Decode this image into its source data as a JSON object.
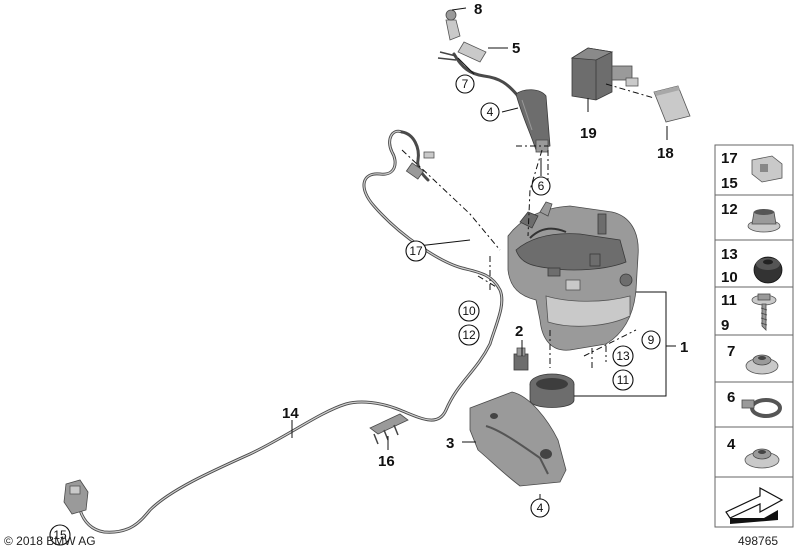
{
  "callouts": {
    "p1": "1",
    "p2": "2",
    "p3": "3",
    "p4a": "4",
    "p4b": "4",
    "p5": "5",
    "p6": "6",
    "p7": "7",
    "p8": "8",
    "p9": "9",
    "p10": "10",
    "p11": "11",
    "p12": "12",
    "p13": "13",
    "p14": "14",
    "p15": "15",
    "p16": "16",
    "p17": "17",
    "p18": "18",
    "p19": "19"
  },
  "side_panel": {
    "row1": [
      "17",
      "15"
    ],
    "row2": [
      "12"
    ],
    "row3": [
      "13",
      "10"
    ],
    "row4": [
      "11",
      "9"
    ],
    "row5": [
      "7"
    ],
    "row6": [
      "6"
    ],
    "row7": [
      "4"
    ]
  },
  "footer": {
    "copyright": "© 2018 BMW AG",
    "image_number": "498765"
  },
  "colors": {
    "part_dark": "#6d6d6d",
    "part_mid": "#9a9a9a",
    "part_light": "#c9c9c9",
    "line": "#111111"
  }
}
